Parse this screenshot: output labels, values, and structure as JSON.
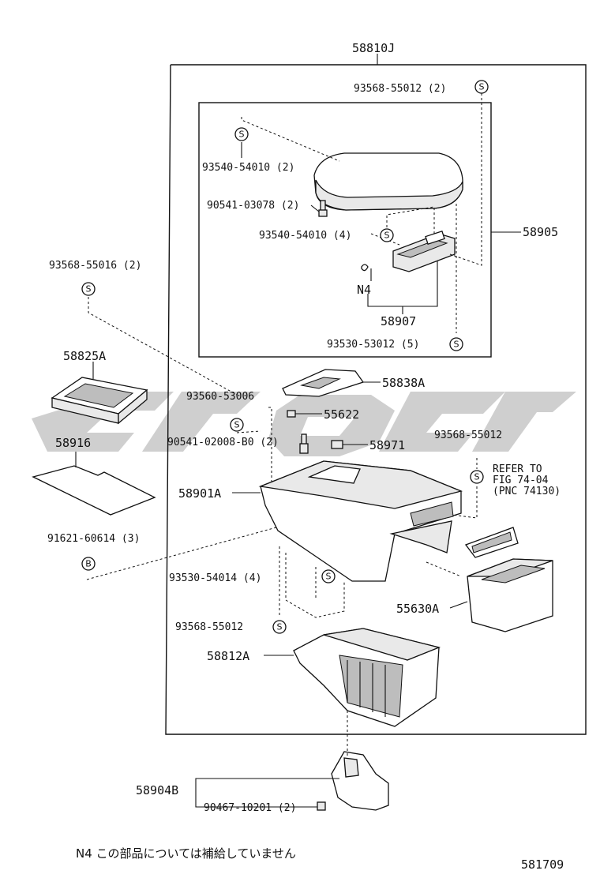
{
  "labels": {
    "assy_main": "58810J",
    "pn_93568_55012_2": "93568-55012 (2)",
    "pn_93540_54010_2": "93540-54010 (2)",
    "pn_90541_03078_2": "90541-03078 (2)",
    "pn_93540_54010_4": "93540-54010 (4)",
    "pn_58905": "58905",
    "pn_93568_55016_2": "93568-55016 (2)",
    "pn_N4": "N4",
    "pn_58907": "58907",
    "pn_93530_53012_5": "93530-53012 (5)",
    "pn_58825A": "58825A",
    "pn_58838A": "58838A",
    "pn_93560_53006": "93560-53006",
    "pn_55622": "55622",
    "pn_90541_02008_B0_2": "90541-02008-B0 (2)",
    "pn_58971": "58971",
    "pn_58916": "58916",
    "pn_93568_55012_r": "93568-55012",
    "refer_line1": "REFER TO",
    "refer_line2": "FIG 74-04",
    "refer_line3": "(PNC 74130)",
    "pn_58901A": "58901A",
    "pn_91621_60614_3": "91621-60614 (3)",
    "pn_93530_54014_4": "93530-54014 (4)",
    "pn_55630A": "55630A",
    "pn_93568_55012_l": "93568-55012",
    "pn_58812A": "58812A",
    "pn_58904B": "58904B",
    "pn_90467_10201_2": "90467-10201 (2)",
    "note": "N4 この部品については補給していません",
    "figure_number": "581709"
  },
  "symbols": {
    "s": "S",
    "b": "B"
  }
}
